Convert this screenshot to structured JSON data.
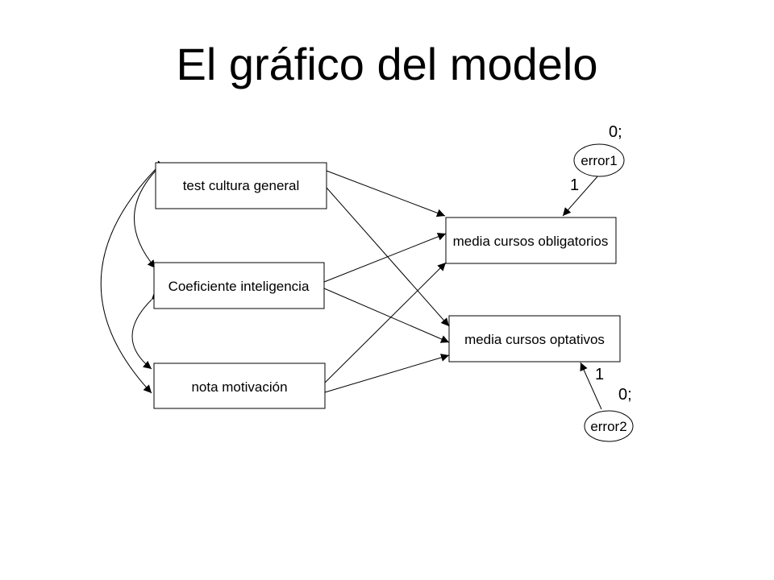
{
  "title": "El gráfico del modelo",
  "diagram": {
    "observed": {
      "test": "test cultura general",
      "ci": "Coeficiente inteligencia",
      "motiv": "nota motivación",
      "oblig": "media cursos obligatorios",
      "optat": "media cursos optativos"
    },
    "errors": {
      "e1": {
        "label": "error1",
        "variance": "0;",
        "weight": "1"
      },
      "e2": {
        "label": "error2",
        "variance": "0;",
        "weight": "1"
      }
    }
  }
}
